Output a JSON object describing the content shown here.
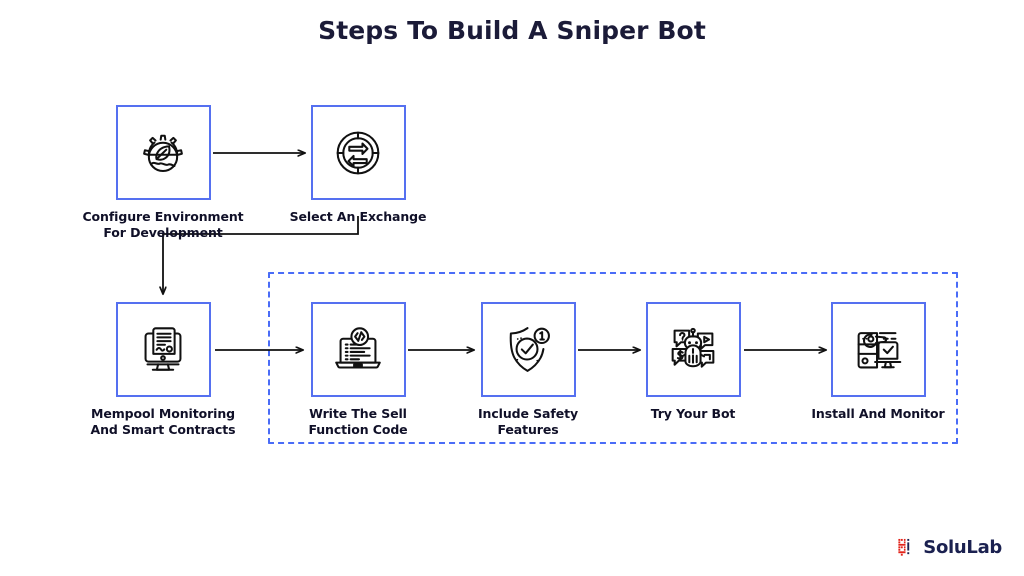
{
  "page": {
    "title": "Steps To Build A Sniper Bot",
    "background_color": "#ffffff",
    "title_color": "#1b1b38"
  },
  "theme": {
    "box_border_color": "#5570f0",
    "group_border_color": "#4a6cf7",
    "connector_color": "#111111",
    "icon_stroke_color": "#111111",
    "label_color": "#101028",
    "logo_mark_color": "#e2231a",
    "logo_text_color": "#1b2150"
  },
  "flow": {
    "steps": [
      {
        "id": "configure-environment",
        "label": "Configure Environment\nFor Development",
        "icon": "gear-globe-leaf-icon",
        "row": 1,
        "order": 1
      },
      {
        "id": "select-exchange",
        "label": "Select An Exchange",
        "icon": "exchange-swap-circle-icon",
        "row": 1,
        "order": 2
      },
      {
        "id": "mempool-monitoring",
        "label": "Mempool Monitoring\nAnd Smart Contracts",
        "icon": "monitor-document-icon",
        "row": 2,
        "order": 1
      },
      {
        "id": "write-sell-function",
        "label": "Write The Sell\nFunction Code",
        "icon": "laptop-code-icon",
        "row": 2,
        "order": 2
      },
      {
        "id": "include-safety",
        "label": "Include Safety\nFeatures",
        "icon": "shield-check-badge-icon",
        "row": 2,
        "order": 3,
        "badge": "1"
      },
      {
        "id": "try-your-bot",
        "label": "Try Your Bot",
        "icon": "robot-chat-icon",
        "row": 2,
        "order": 4
      },
      {
        "id": "install-and-monitor",
        "label": "Install And Monitor",
        "icon": "server-wrench-monitor-check-icon",
        "row": 2,
        "order": 5
      }
    ],
    "group_frame": {
      "style": "dashed",
      "contains": [
        "write-sell-function",
        "include-safety",
        "try-your-bot",
        "install-and-monitor"
      ]
    },
    "connectors": [
      {
        "from": "configure-environment",
        "to": "select-exchange",
        "type": "straight-right"
      },
      {
        "from": "select-exchange",
        "to": "mempool-monitoring",
        "type": "elbow-down-left"
      },
      {
        "from": "mempool-monitoring",
        "to": "write-sell-function",
        "type": "straight-right"
      },
      {
        "from": "write-sell-function",
        "to": "include-safety",
        "type": "straight-right"
      },
      {
        "from": "include-safety",
        "to": "try-your-bot",
        "type": "straight-right"
      },
      {
        "from": "try-your-bot",
        "to": "install-and-monitor",
        "type": "straight-right"
      }
    ]
  },
  "branding": {
    "name": "SoluLab",
    "mark": "solulab-logo-mark"
  }
}
